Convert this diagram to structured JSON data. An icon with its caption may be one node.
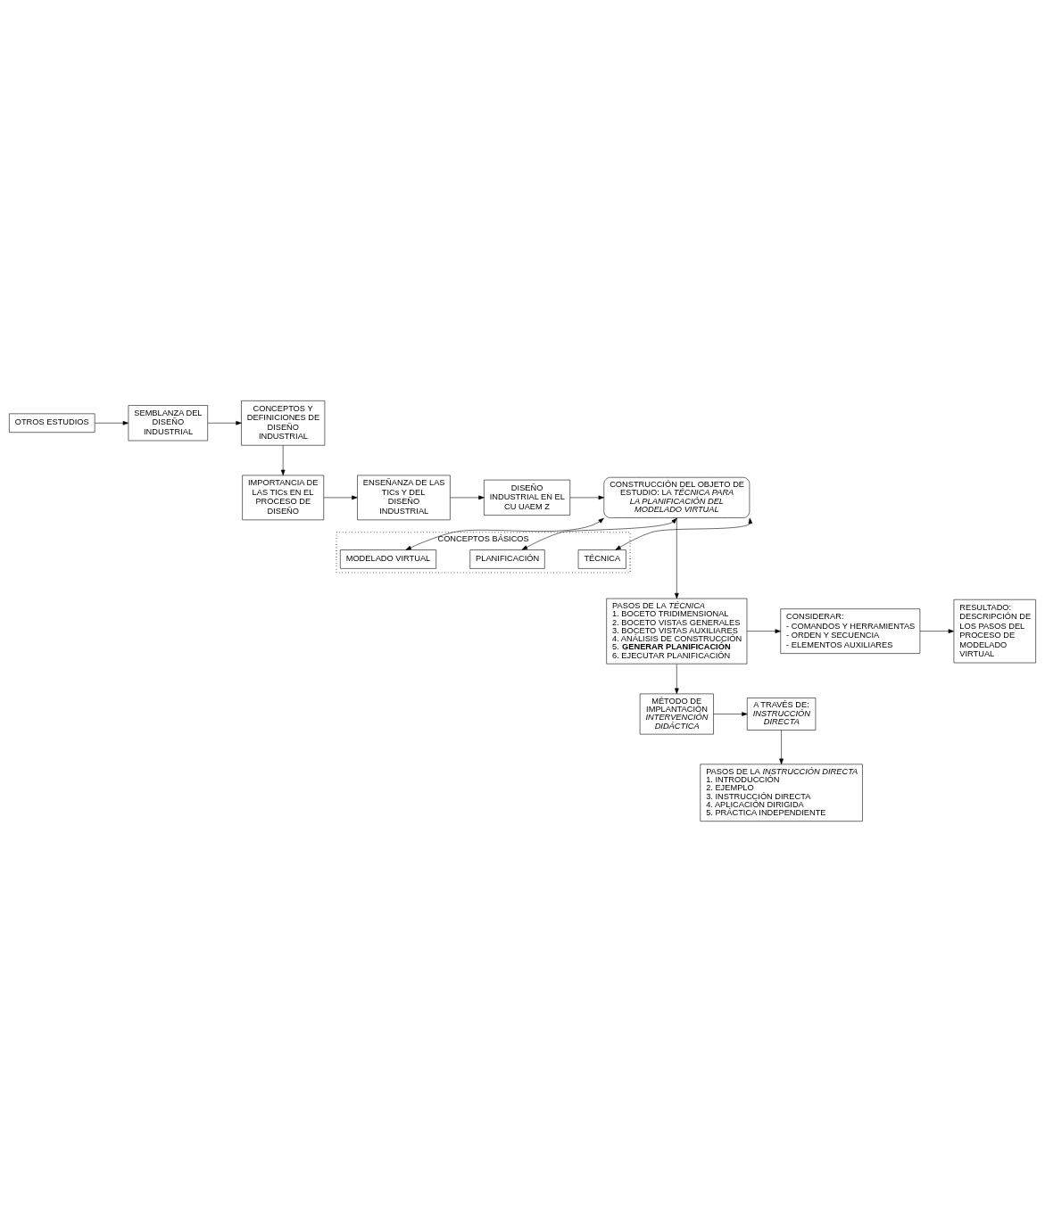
{
  "diagram": {
    "nodes": [
      {
        "text": [
          "OTROS ESTUDIOS"
        ]
      },
      {
        "text": [
          "SEMBLANZA DEL DISEÑO INDUSTRIAL"
        ]
      },
      {
        "text": [
          "CONCEPTOS Y DEFINICIONES DE DISEÑO INDUSTRIAL"
        ]
      },
      {
        "text": [
          "IMPORTANCIA DE LAS TICs EN EL PROCESO DE DISEÑO"
        ]
      },
      {
        "text": [
          "ENSEÑANZA DE LAS TICs Y DEL DISEÑO INDUSTRIAL"
        ]
      },
      {
        "text": [
          "DISEÑO INDUSTRIAL EN EL CU UAEM Z"
        ]
      },
      {
        "text": [
          "CONSTRUCCIÓN DEL OBJETO DE ESTUDIO: LA *TÉCNICA PARA LA PLANIFICACIÓN DEL MODELADO VIRTUAL*"
        ]
      },
      {
        "text": [
          "CONCEPTOS BÁSICOS"
        ]
      },
      {
        "text": [
          "MODELADO VIRTUAL"
        ],
        "in": 7
      },
      {
        "text": [
          "PLANIFICACIÓN"
        ],
        "in": 7
      },
      {
        "text": [
          "TÉCNICA"
        ],
        "in": 7
      },
      {
        "text": [
          "PASOS DE LA *TÉCNICA*",
          "1. BOCETO TRIDIMENSIONAL",
          "2. BOCETO VISTAS GENERALES",
          "3. BOCETO VISTAS AUXILIARES",
          "4. ANÁLISIS DE CONSTRUCCIÓN",
          "5. **GENERAR PLANIFICACIÓN**",
          "6. EJECUTAR PLANIFICACIÓN"
        ]
      },
      {
        "text": [
          "CONSIDERAR:",
          "- COMANDOS Y HERRAMIENTAS",
          "- ORDEN Y SECUENCIA",
          "- ELEMENTOS AUXILIARES"
        ]
      },
      {
        "text": [
          "RESULTADO: DESCRIPCIÓN DE LOS PASOS DEL PROCESO DE MODELADO VIRTUAL"
        ]
      },
      {
        "text": [
          "MÉTODO DE IMPLANTACIÓN *INTERVENCIÓN DIDÁCTICA*"
        ]
      },
      {
        "text": [
          "A TRAVÉS DE: *INSTRUCCIÓN DIRECTA*"
        ]
      },
      {
        "text": [
          "PASOS DE LA *INSTRUCCIÓN DIRECTA*",
          "1. INTRODUCCIÓN",
          "2. EJEMPLO",
          "3. INSTRUCCIÓN DIRECTA",
          "4. APLICACIÓN DIRIGIDA",
          "5. PRÁCTICA INDEPENDIENTE"
        ]
      }
    ],
    "edges": [
      {
        "from": 0,
        "to": 1,
        "arrow": "to"
      },
      {
        "from": 1,
        "to": 2,
        "arrow": "to"
      },
      {
        "from": 2,
        "to": 3,
        "arrow": "to"
      },
      {
        "from": 3,
        "to": 4,
        "arrow": "to"
      },
      {
        "from": 4,
        "to": 5,
        "arrow": "to"
      },
      {
        "from": 5,
        "to": 6,
        "arrow": "to"
      },
      {
        "from": 6,
        "to": 8,
        "arrow": "both"
      },
      {
        "from": 6,
        "to": 9,
        "arrow": "both"
      },
      {
        "from": 6,
        "to": 10,
        "arrow": "both"
      },
      {
        "from": 6,
        "to": 11,
        "arrow": "to"
      },
      {
        "from": 11,
        "to": 12,
        "arrow": "to"
      },
      {
        "from": 12,
        "to": 13,
        "arrow": "to"
      },
      {
        "from": 11,
        "to": 14,
        "arrow": "to"
      },
      {
        "from": 14,
        "to": 15,
        "arrow": "to"
      },
      {
        "from": 15,
        "to": 16,
        "arrow": "to"
      }
    ]
  }
}
